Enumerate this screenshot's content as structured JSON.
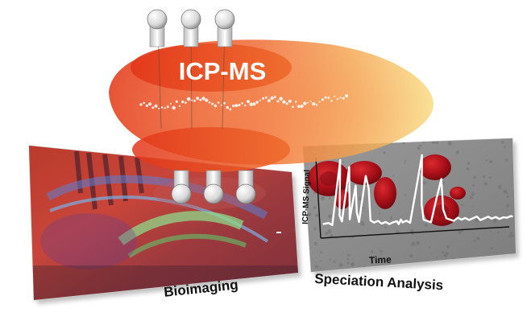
{
  "plasma": {
    "title": "ICP-MS"
  },
  "panels": {
    "bioimaging": {
      "label": "Bioimaging"
    },
    "speciation": {
      "label": "Speciation Analysis",
      "y_axis_label": "ICP-MS Signal",
      "x_axis_label": "Time"
    }
  },
  "chart_data": {
    "type": "line",
    "xlabel": "Time",
    "ylabel": "ICP-MS Signal",
    "x": [
      0,
      3,
      5,
      7,
      8.5,
      10,
      12,
      14,
      16,
      17.5,
      19,
      21,
      23,
      25,
      27,
      29,
      31,
      33,
      35,
      37,
      39,
      40,
      41,
      42,
      44,
      46,
      48,
      50,
      51.5,
      53,
      55,
      57,
      59,
      61,
      63,
      65,
      67,
      69,
      71,
      73,
      75,
      77,
      79,
      81,
      83,
      85,
      87,
      89,
      91,
      93,
      95,
      97,
      99,
      100
    ],
    "values": [
      0.12,
      0.13,
      0.1,
      0.95,
      0.22,
      0.14,
      0.85,
      0.16,
      0.6,
      0.25,
      0.12,
      0.72,
      0.55,
      0.13,
      0.1,
      0.12,
      0.08,
      0.1,
      0.07,
      0.09,
      0.1,
      0.06,
      0.12,
      0.08,
      0.1,
      0.07,
      0.5,
      0.95,
      0.3,
      0.1,
      0.08,
      0.06,
      0.35,
      0.62,
      0.22,
      0.1,
      0.08,
      0.06,
      0.1,
      0.07,
      0.09,
      0.06,
      0.08,
      0.1,
      0.05,
      0.07,
      0.09,
      0.06,
      0.08,
      0.05,
      0.07,
      0.06,
      0.08,
      0.07
    ],
    "xlim": [
      0,
      100
    ],
    "ylim": [
      0,
      1
    ],
    "grid": false
  },
  "colors": {
    "plasma_red": "#e63b1f",
    "plasma_orange": "#f28a3a",
    "plasma_yellow": "#f7d26a",
    "trace": "#ffffff",
    "chart_bg": "#8f8f8f",
    "blood_cell": "#b3121c"
  }
}
